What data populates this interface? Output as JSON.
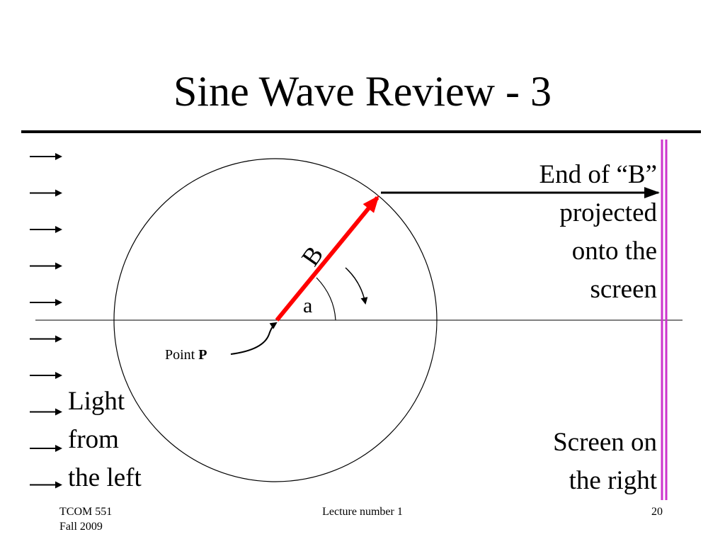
{
  "slide": {
    "title": "Sine Wave Review - 3"
  },
  "diagram": {
    "vector_label": "B",
    "angle_label": "a",
    "point_label_prefix": "Point ",
    "point_label_bold": "P",
    "projection_label": [
      "End of “B”",
      "projected",
      "onto the",
      "screen"
    ],
    "light_label": [
      "Light",
      "from",
      "the left"
    ],
    "screen_label": [
      "Screen on",
      "the right"
    ],
    "light_arrow_count": 10,
    "colors": {
      "vector": "#ff0000",
      "screen": "#cc33cc"
    }
  },
  "footer": {
    "course": "TCOM 551",
    "term": "Fall 2009",
    "center": "Lecture number 1",
    "page": "20"
  }
}
